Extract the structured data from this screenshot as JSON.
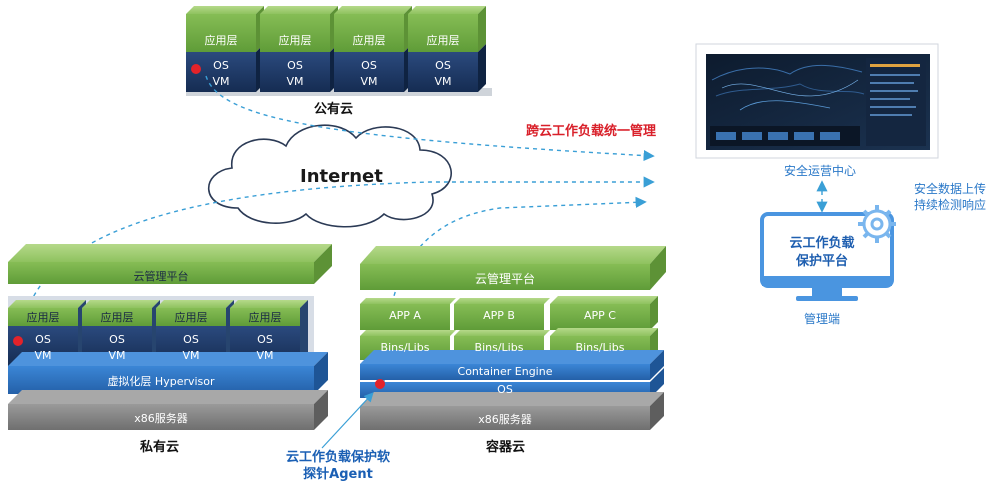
{
  "public_cloud": {
    "title": "公有云",
    "app_layer_label": "应用层",
    "os_label": "OS",
    "vm_label": "VM",
    "vm_count": 4
  },
  "internet": {
    "label": "Internet"
  },
  "cross_cloud_label": "跨云工作负载统一管理",
  "private_cloud": {
    "title": "私有云",
    "platform_label": "云管理平台",
    "app_layer_label": "应用层",
    "os_label": "OS",
    "vm_label": "VM",
    "hypervisor_label": "虚拟化层 Hypervisor",
    "server_label": "x86服务器",
    "vm_count": 4
  },
  "container_cloud": {
    "title": "容器云",
    "platform_label": "云管理平台",
    "apps": [
      "APP A",
      "APP B",
      "APP C"
    ],
    "bins_label": "Bins/Libs",
    "engine_label": "Container Engine",
    "os_label": "OS",
    "server_label": "x86服务器"
  },
  "agent_label_line1": "云工作负载保护软",
  "agent_label_line2": "探针Agent",
  "soc": {
    "label": "安全运营中心"
  },
  "upload_label_line1": "安全数据上传",
  "upload_label_line2": "持续检测响应",
  "manager": {
    "screen_line1": "云工作负载",
    "screen_line2": "保护平台",
    "label": "管理端"
  },
  "colors": {
    "green_top": "#9fcb6e",
    "green_front": "#7bb54d",
    "navy": "#1f3a66",
    "blue_layer": "#2e72c2",
    "grey_server": "#8a8a8a",
    "arrow": "#3a9fd6",
    "agent_dot": "#e3232a",
    "cross_cloud_text": "#d9202a",
    "monitor": "#4a95e0"
  }
}
